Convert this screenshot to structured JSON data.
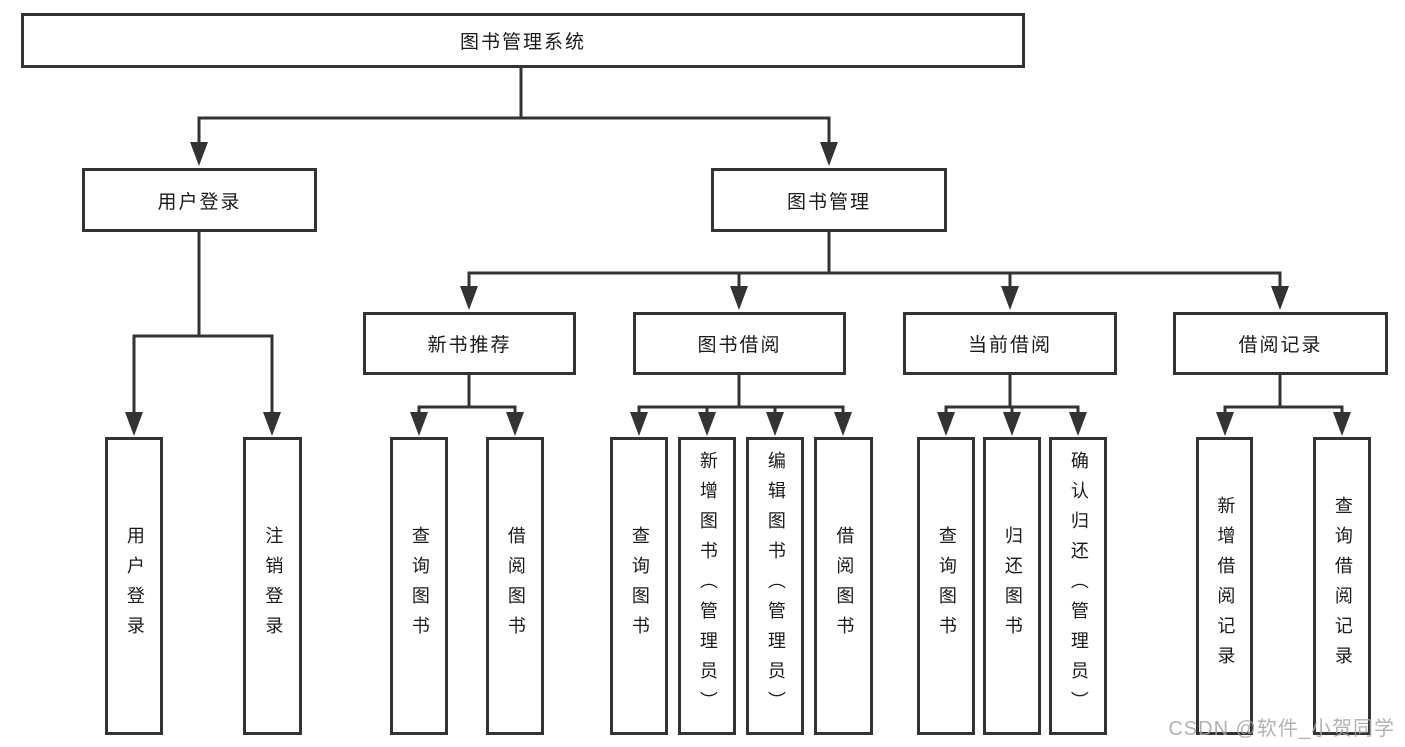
{
  "diagram": {
    "title_node": "图书管理系统",
    "root": {
      "label": "图书管理系统"
    },
    "branches": [
      {
        "label": "用户登录",
        "children": [
          {
            "label": "用户登录"
          },
          {
            "label": "注销登录"
          }
        ]
      },
      {
        "label": "图书管理",
        "children": [
          {
            "label": "新书推荐",
            "children": [
              {
                "label": "查询图书"
              },
              {
                "label": "借阅图书"
              }
            ]
          },
          {
            "label": "图书借阅",
            "children": [
              {
                "label": "查询图书"
              },
              {
                "label": "新增图书（管理员）"
              },
              {
                "label": "编辑图书（管理员）"
              },
              {
                "label": "借阅图书"
              }
            ]
          },
          {
            "label": "当前借阅",
            "children": [
              {
                "label": "查询图书"
              },
              {
                "label": "归还图书"
              },
              {
                "label": "确认归还（管理员）"
              }
            ]
          },
          {
            "label": "借阅记录",
            "children": [
              {
                "label": "新增借阅记录"
              },
              {
                "label": "查询借阅记录"
              }
            ]
          }
        ]
      }
    ]
  },
  "watermark": {
    "text": "CSDN @软件_小贺同学"
  },
  "colors": {
    "line": "#333333",
    "box_border": "#333333",
    "text": "#1a1a1a",
    "watermark": "#a5a5a5",
    "background": "#ffffff"
  }
}
